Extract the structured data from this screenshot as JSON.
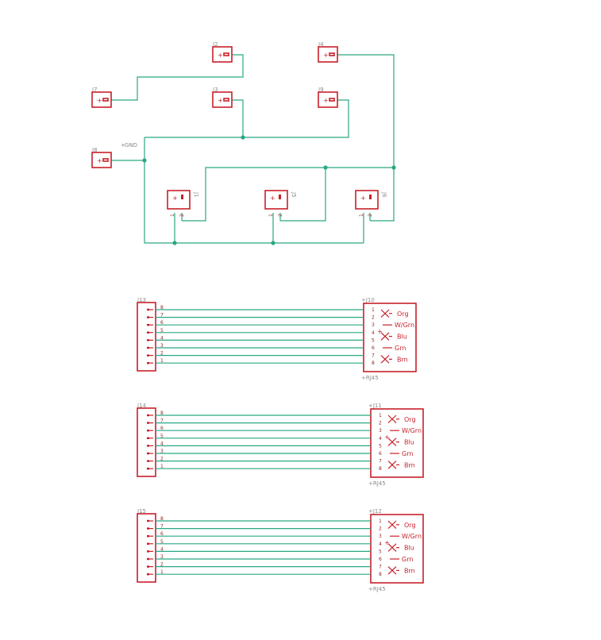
{
  "schematic": {
    "net_label": "GND",
    "headers_2pin": [
      {
        "ref": "J2"
      },
      {
        "ref": "J4"
      },
      {
        "ref": "J7"
      },
      {
        "ref": "J3"
      },
      {
        "ref": "J9"
      },
      {
        "ref": "J8"
      }
    ],
    "vertical_connectors": [
      {
        "ref": "J1",
        "pins": [
          "1",
          "2"
        ]
      },
      {
        "ref": "J5",
        "pins": [
          "1",
          "2"
        ]
      },
      {
        "ref": "J6",
        "pins": [
          "1",
          "2"
        ]
      }
    ],
    "header_symbol": "+",
    "cable_blocks": [
      {
        "header_ref": "J13",
        "jack_ref": "J10",
        "jack_value": "RJ45",
        "header_pins": [
          "8",
          "7",
          "6",
          "5",
          "4",
          "3",
          "2",
          "1"
        ],
        "jack_pins": [
          "1",
          "2",
          "3",
          "4",
          "5",
          "6",
          "7",
          "8"
        ],
        "signals": [
          "Org",
          "W/Grn",
          "Blu",
          "Grn",
          "Brn"
        ]
      },
      {
        "header_ref": "J14",
        "jack_ref": "J11",
        "jack_value": "RJ45",
        "header_pins": [
          "8",
          "7",
          "6",
          "5",
          "4",
          "3",
          "2",
          "1"
        ],
        "jack_pins": [
          "1",
          "2",
          "3",
          "4",
          "5",
          "6",
          "7",
          "8"
        ],
        "signals": [
          "Org",
          "W/Grn",
          "Blu",
          "Grn",
          "Brn"
        ]
      },
      {
        "header_ref": "J15",
        "jack_ref": "J12",
        "jack_value": "RJ45",
        "header_pins": [
          "8",
          "7",
          "6",
          "5",
          "4",
          "3",
          "2",
          "1"
        ],
        "jack_pins": [
          "1",
          "2",
          "3",
          "4",
          "5",
          "6",
          "7",
          "8"
        ],
        "signals": [
          "Org",
          "W/Grn",
          "Blu",
          "Grn",
          "Brn"
        ]
      }
    ]
  },
  "colors": {
    "wire": "#2aa784",
    "part": "#c8202a",
    "label": "#8a8a8a",
    "background": "#ffffff"
  }
}
